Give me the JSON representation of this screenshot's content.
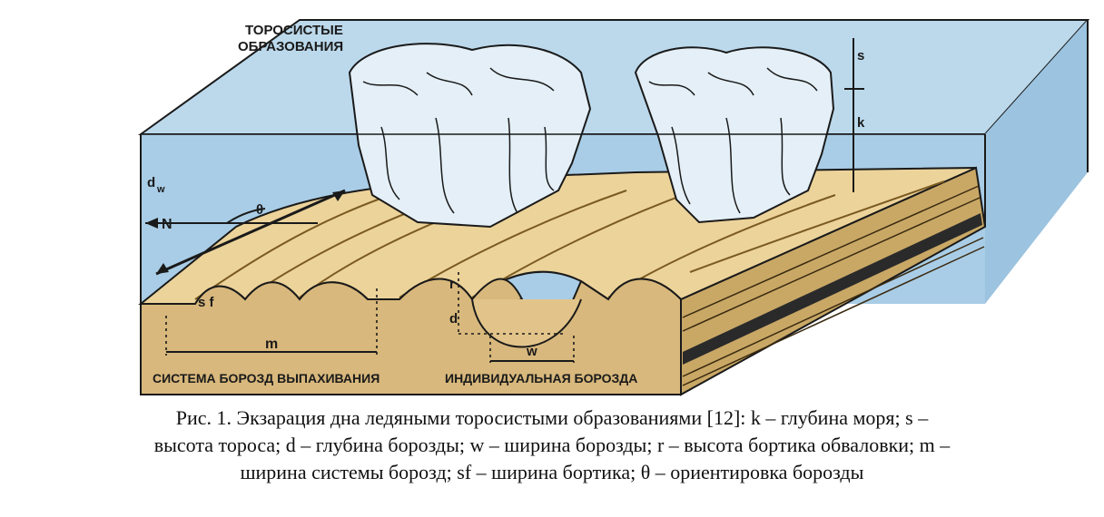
{
  "labels": {
    "hummocks": [
      "ТОРОСИСТЫЕ",
      "ОБРАЗОВАНИЯ"
    ],
    "dw": "d",
    "dw_sub": "w",
    "north": "N",
    "theta": "θ",
    "s": "s",
    "k": "k",
    "sf": "s f",
    "r": "r",
    "d": "d",
    "m": "m",
    "w": "w",
    "scour_system": "СИСТЕМА БОРОЗД ВЫПАХИВАНИЯ",
    "individual_scour": "ИНДИВИДУАЛЬНАЯ БОРОЗДА"
  },
  "caption": {
    "line1": "Рис. 1. Экзарация дна ледяными торосистыми образованиями [12]: k – глубина моря; s –",
    "line2": "высота тороса; d – глубина борозды; w – ширина борозды; r – высота бортика обваловки; m –",
    "line3": "ширина системы борозд; sf – ширина бортика; θ – ориентировка борозды"
  },
  "colors": {
    "water": "#a9cde6",
    "sediment_front": "#d8b87c",
    "seabed": "#ecd39a",
    "ice": "#e4eff7",
    "outline": "#1a1a1a"
  }
}
